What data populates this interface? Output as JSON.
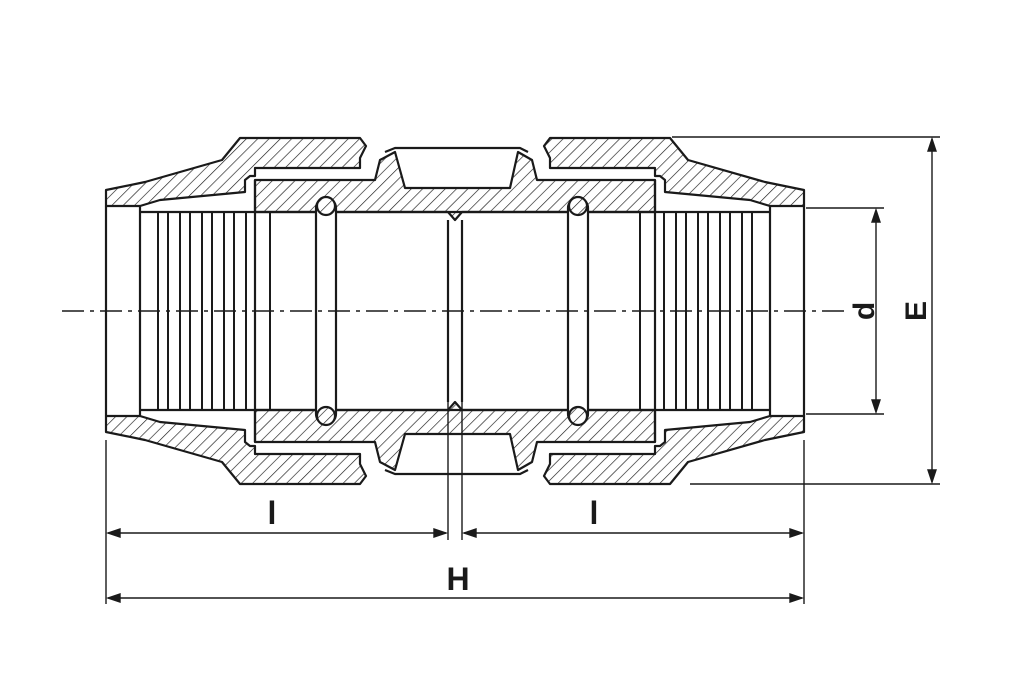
{
  "drawing": {
    "subject": "pipe-coupling-cross-section",
    "line_color": "#1a1a1a",
    "background_color": "#ffffff"
  },
  "dimensions": {
    "d": "d",
    "E": "E",
    "l_left": "l",
    "l_right": "l",
    "H": "H"
  }
}
